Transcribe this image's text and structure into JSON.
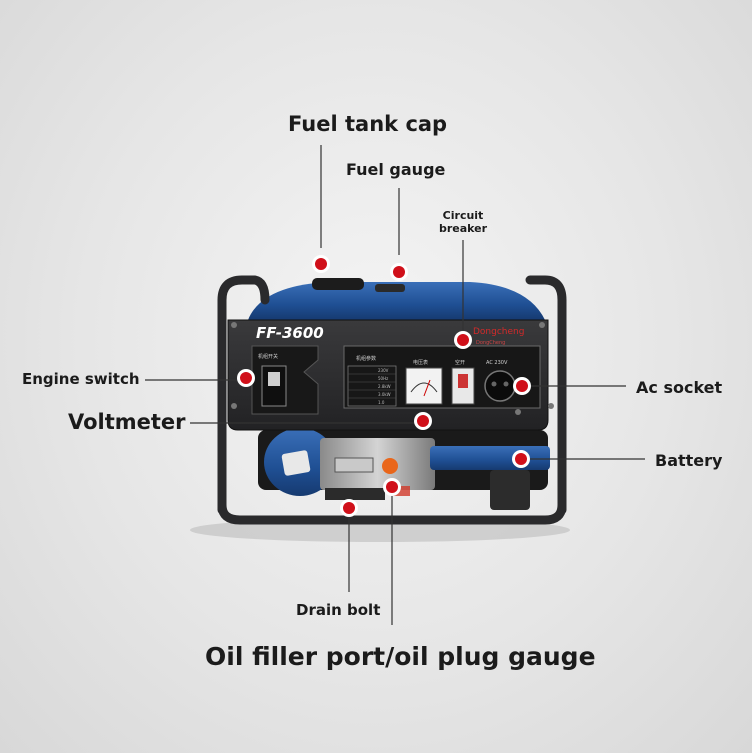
{
  "labels": {
    "fuel_tank_cap": "Fuel tank cap",
    "fuel_gauge": "Fuel gauge",
    "circuit_breaker_line1": "Circuit",
    "circuit_breaker_line2": "breaker",
    "engine_switch": "Engine switch",
    "voltmeter": "Voltmeter",
    "ac_socket": "Ac socket",
    "battery": "Battery",
    "drain_bolt": "Drain bolt",
    "oil_filler": "Oil filler port/oil plug gauge"
  },
  "generator": {
    "model": "FF-3600",
    "brand": "Dongcheng",
    "brand_sub": "DongCheng",
    "panel_title": "机组参数",
    "meter_label": "电压表",
    "breaker_label": "空开",
    "socket_label": "AC 230V",
    "switch_label": "机组开关",
    "spec_values": [
      "230V",
      "50Hz",
      "2.8kW",
      "3.0kW",
      "1.0"
    ]
  },
  "colors": {
    "marker": "#d0101a",
    "body_blue": "#1f4f93",
    "panel": "#2b2b2d",
    "frame": "#2a2a2c",
    "leader_line": "#333333"
  }
}
